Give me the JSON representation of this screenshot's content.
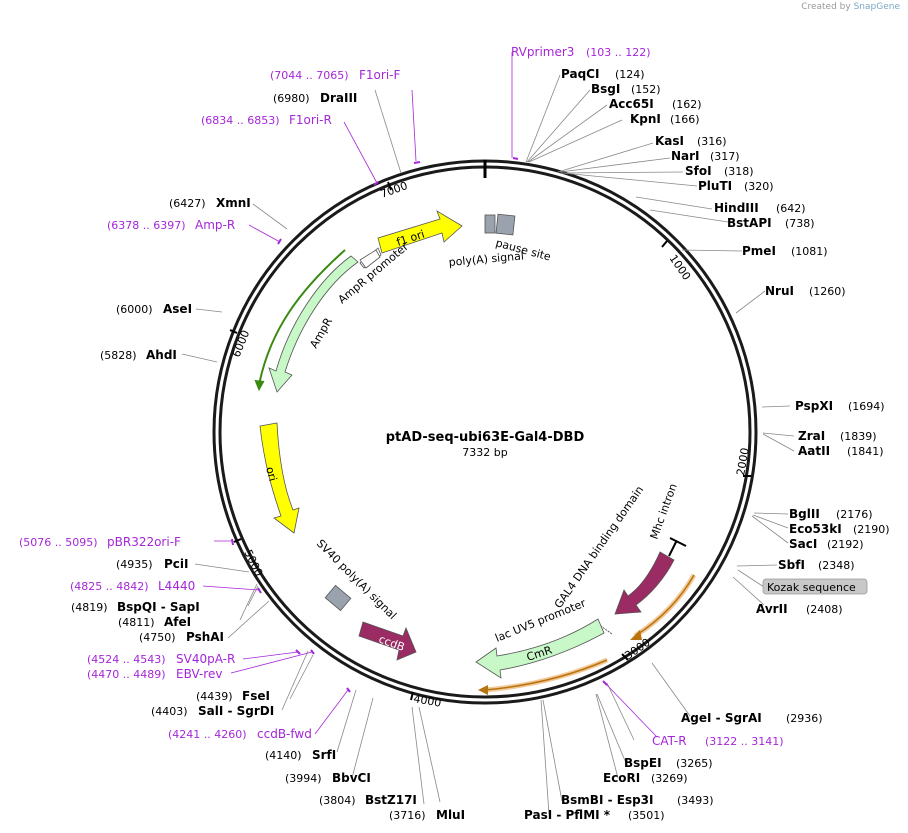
{
  "watermark": {
    "prefix": "Created by",
    "brand": "SnapGene"
  },
  "plasmid": {
    "name": "ptAD-seq-ubi63E-Gal4-DBD",
    "length": "7332 bp"
  },
  "ruler": [
    "1000",
    "2000",
    "3000",
    "4000",
    "5000",
    "6000",
    "7000"
  ],
  "features": {
    "f1ori": "f1 ori",
    "ampr_promoter": "AmpR promoter",
    "ampr": "AmpR",
    "ori": "ori",
    "pause_site": "pause site",
    "polyA_signal": "poly(A) signal",
    "sv40_polyA": "SV40 poly(A) signal",
    "ccdb": "ccdB",
    "gal4": "GAL4 DNA binding domain",
    "mhc_intron": "Mhc intron",
    "lacuv5": "lac UV5 promoter",
    "cmr": "CmR",
    "kozak": "Kozak sequence"
  },
  "primers": [
    {
      "id": "rvprimer3",
      "name": "RVprimer3",
      "pos": "(103 .. 122)"
    },
    {
      "id": "f1ori-f",
      "name": "F1ori-F",
      "pos": "(7044 .. 7065)"
    },
    {
      "id": "f1ori-r",
      "name": "F1ori-R",
      "pos": "(6834 .. 6853)"
    },
    {
      "id": "amp-r",
      "name": "Amp-R",
      "pos": "(6378 .. 6397)"
    },
    {
      "id": "pbr322ori-f",
      "name": "pBR322ori-F",
      "pos": "(5076 .. 5095)"
    },
    {
      "id": "l4440",
      "name": "L4440",
      "pos": "(4825 .. 4842)"
    },
    {
      "id": "sv40pa-r",
      "name": "SV40pA-R",
      "pos": "(4524 .. 4543)"
    },
    {
      "id": "ebv-rev",
      "name": "EBV-rev",
      "pos": "(4470 .. 4489)"
    },
    {
      "id": "ccdb-fwd",
      "name": "ccdB-fwd",
      "pos": "(4241 .. 4260)"
    },
    {
      "id": "cat-r",
      "name": "CAT-R",
      "pos": "(3122 .. 3141)"
    }
  ],
  "sites_right": [
    {
      "id": "paqci",
      "name": "PaqCI",
      "pos": "(124)"
    },
    {
      "id": "bsgi",
      "name": "BsgI",
      "pos": "(152)"
    },
    {
      "id": "acc65i",
      "name": "Acc65I",
      "pos": "(162)"
    },
    {
      "id": "kpni",
      "name": "KpnI",
      "pos": "(166)"
    },
    {
      "id": "kasi",
      "name": "KasI",
      "pos": "(316)"
    },
    {
      "id": "nari",
      "name": "NarI",
      "pos": "(317)"
    },
    {
      "id": "sfoi",
      "name": "SfoI",
      "pos": "(318)"
    },
    {
      "id": "pluti",
      "name": "PluTI",
      "pos": "(320)"
    },
    {
      "id": "hindiii",
      "name": "HindIII",
      "pos": "(642)"
    },
    {
      "id": "bstapi",
      "name": "BstAPI",
      "pos": "(738)"
    },
    {
      "id": "pmei",
      "name": "PmeI",
      "pos": "(1081)"
    },
    {
      "id": "nrui",
      "name": "NruI",
      "pos": "(1260)"
    },
    {
      "id": "pspxi",
      "name": "PspXI",
      "pos": "(1694)"
    },
    {
      "id": "zrai",
      "name": "ZraI",
      "pos": "(1839)"
    },
    {
      "id": "aatii",
      "name": "AatII",
      "pos": "(1841)"
    },
    {
      "id": "bglii",
      "name": "BglII",
      "pos": "(2176)"
    },
    {
      "id": "eco53ki",
      "name": "Eco53kI",
      "pos": "(2190)"
    },
    {
      "id": "saci",
      "name": "SacI",
      "pos": "(2192)"
    },
    {
      "id": "sbfi",
      "name": "SbfI",
      "pos": "(2348)"
    },
    {
      "id": "avrii",
      "name": "AvrII",
      "pos": "(2408)"
    },
    {
      "id": "agei",
      "name": "AgeI - SgrAI",
      "pos": "(2936)"
    },
    {
      "id": "bspei",
      "name": "BspEI",
      "pos": "(3265)"
    },
    {
      "id": "ecori",
      "name": "EcoRI",
      "pos": "(3269)"
    },
    {
      "id": "bsmbi",
      "name": "BsmBI - Esp3I",
      "pos": "(3493)"
    },
    {
      "id": "pasi",
      "name": "PasI - PflMI *",
      "pos": "(3501)"
    }
  ],
  "sites_left": [
    {
      "id": "draiii",
      "name": "DraIII",
      "pos": "(6980)"
    },
    {
      "id": "xmni",
      "name": "XmnI",
      "pos": "(6427)"
    },
    {
      "id": "asei",
      "name": "AseI",
      "pos": "(6000)"
    },
    {
      "id": "ahdi",
      "name": "AhdI",
      "pos": "(5828)"
    },
    {
      "id": "pcii",
      "name": "PciI",
      "pos": "(4935)"
    },
    {
      "id": "bspqi",
      "name": "BspQI - SapI",
      "pos": "(4819)"
    },
    {
      "id": "afei",
      "name": "AfeI",
      "pos": "(4811)"
    },
    {
      "id": "pshai",
      "name": "PshAI",
      "pos": "(4750)"
    },
    {
      "id": "fsei",
      "name": "FseI",
      "pos": "(4439)"
    },
    {
      "id": "sali",
      "name": "SalI - SgrDI",
      "pos": "(4403)"
    },
    {
      "id": "srfi",
      "name": "SrfI",
      "pos": "(4140)"
    },
    {
      "id": "bbvci",
      "name": "BbvCI",
      "pos": "(3994)"
    },
    {
      "id": "bstz17i",
      "name": "BstZ17I",
      "pos": "(3804)"
    },
    {
      "id": "mlui",
      "name": "MluI",
      "pos": "(3716)"
    }
  ],
  "colors": {
    "primer": "#a626d9",
    "site": "#000000",
    "backbone": "#1a1a1a",
    "ori": "#ffff00",
    "marker": "#c8f7c8",
    "gal4": "#9b2b63",
    "kozak_bg": "#c8c8c8"
  }
}
